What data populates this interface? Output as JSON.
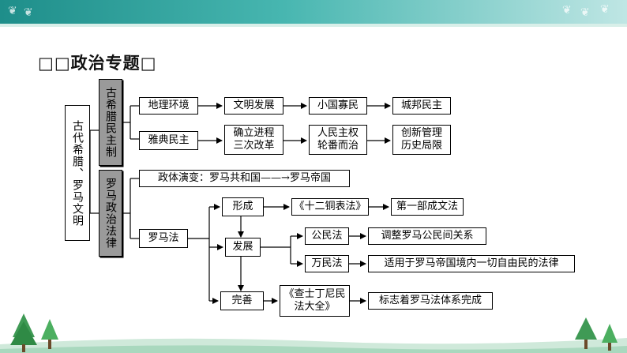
{
  "heading": "□□政治专题□",
  "nodes": {
    "root": "古代希腊、罗马文明",
    "greece": "古希腊民主制",
    "rome": "罗马政治法律",
    "geo": "地理环境",
    "civ": "文明发展",
    "small": "小国寡民",
    "city": "城邦民主",
    "athens": "雅典民主",
    "reform": "确立进程\n三次改革",
    "rights": "人民主权\n轮番而治",
    "innov": "创新管理\n历史局限",
    "polity": "政体演变：罗马共和国——→罗马帝国",
    "law": "罗马法",
    "form": "形成",
    "develop": "发展",
    "complete": "完善",
    "twelve": "《十二铜表法》",
    "first": "第一部成文法",
    "civil": "公民法",
    "civil_desc": "调整罗马公民间关系",
    "gentium": "万民法",
    "gentium_desc": "适用于罗马帝国境内一切自由民的法律",
    "corpus": "《查士丁尼民\n法大全》",
    "corpus_desc": "标志着罗马法体系完成"
  },
  "colors": {
    "banner": "#2a9a95",
    "highlight_box": "#9a9a9a",
    "lines": "#000000"
  },
  "icons": [
    "leaf-icon",
    "tree-icon"
  ]
}
